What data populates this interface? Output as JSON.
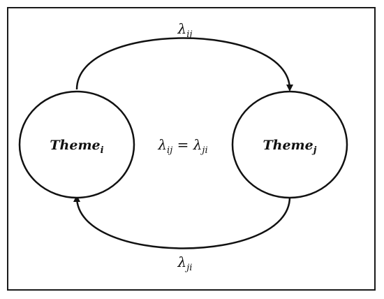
{
  "diagram": {
    "states": [
      {
        "id": "theme_i",
        "base": "Theme",
        "sub": "i"
      },
      {
        "id": "theme_j",
        "base": "Theme",
        "sub": "j"
      }
    ],
    "transitions": [
      {
        "from": "theme_i",
        "to": "theme_j",
        "symbol": "λ",
        "sub": "ij"
      },
      {
        "from": "theme_j",
        "to": "theme_i",
        "symbol": "λ",
        "sub": "ji"
      }
    ],
    "center_equation": {
      "lhs_symbol": "λ",
      "lhs_sub": "ij",
      "equals": " = ",
      "rhs_symbol": "λ",
      "rhs_sub": "ji"
    }
  }
}
